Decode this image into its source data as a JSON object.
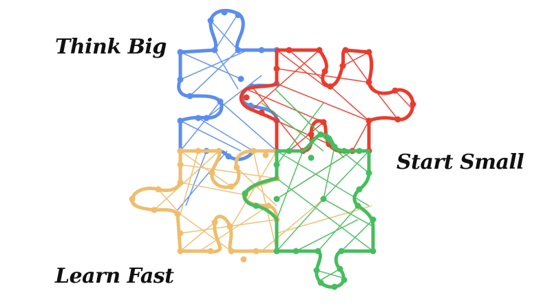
{
  "slogans": {
    "first": "Think Big",
    "second": "Start Small",
    "third": "Learn Fast"
  },
  "colors": {
    "blue": "#5b8def",
    "red": "#ea3b2c",
    "green": "#46bd5e",
    "yellow": "#efbd6c",
    "text": "#111111"
  }
}
